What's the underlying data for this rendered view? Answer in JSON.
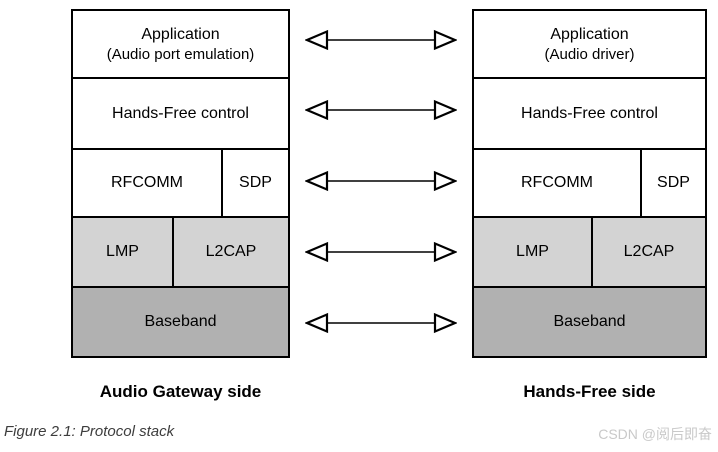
{
  "colors": {
    "background": "#ffffff",
    "box_border": "#000000",
    "box_white": "#ffffff",
    "row_light_gray": "#d3d3d3",
    "row_medium_gray": "#b1b1b1",
    "label_text": "#000000",
    "caption_text": "#3d3d3d",
    "watermark_text": "#c9c9c9"
  },
  "stacks": [
    {
      "side": "left",
      "side_label": "Audio Gateway side",
      "rows": [
        {
          "lines": [
            "Application",
            "(Audio port emulation)"
          ]
        },
        {
          "label": "Hands-Free control"
        },
        {
          "cells": [
            "RFCOMM",
            "SDP"
          ]
        },
        {
          "cells": [
            "LMP",
            "L2CAP"
          ]
        },
        {
          "label": "Baseband"
        }
      ]
    },
    {
      "side": "right",
      "side_label": "Hands-Free side",
      "rows": [
        {
          "lines": [
            "Application",
            "(Audio driver)"
          ]
        },
        {
          "label": "Hands-Free control"
        },
        {
          "cells": [
            "RFCOMM",
            "SDP"
          ]
        },
        {
          "cells": [
            "LMP",
            "L2CAP"
          ]
        },
        {
          "label": "Baseband"
        }
      ]
    }
  ],
  "arrows": {
    "icon": "bidirectional-arrow-icon",
    "count": 5
  },
  "figure_caption": "Figure 2.1: Protocol stack",
  "watermark": "CSDN @阅后即奋"
}
